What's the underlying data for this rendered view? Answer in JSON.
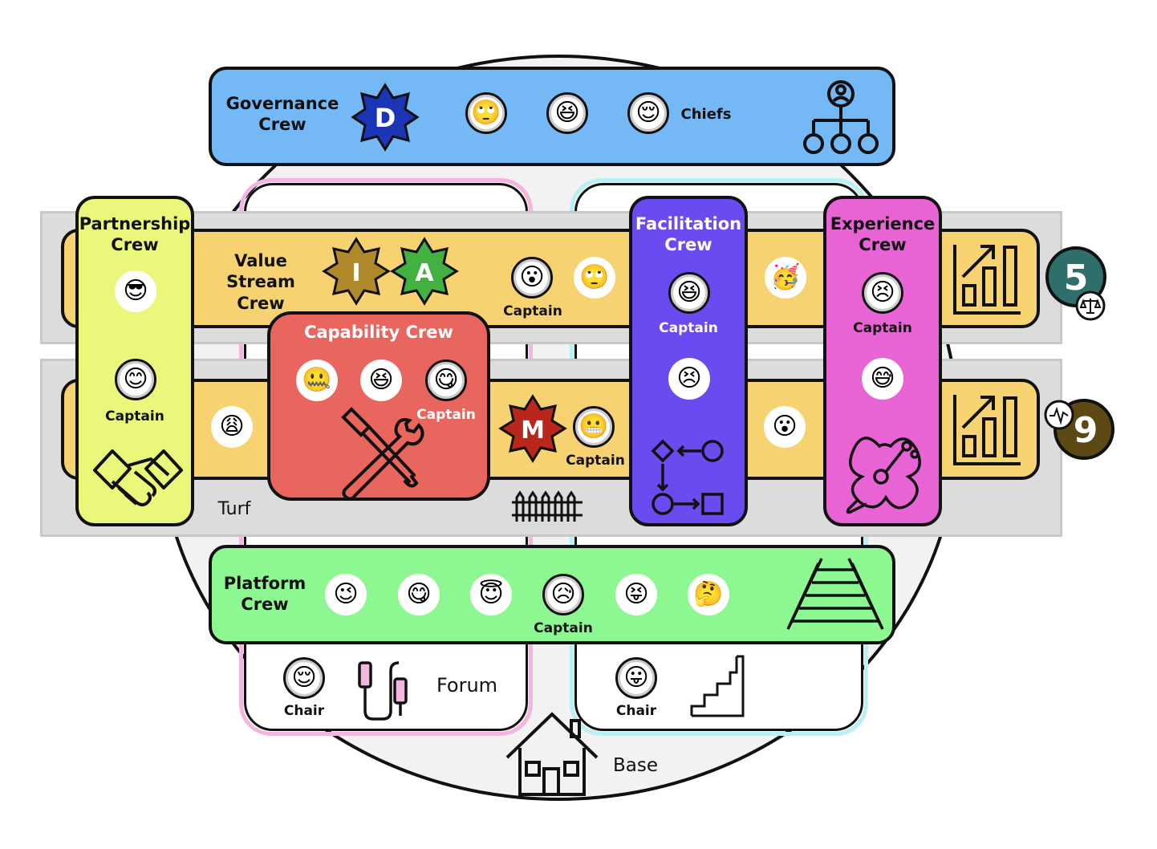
{
  "governance": {
    "title_line1": "Governance",
    "title_line2": "Crew",
    "badge": "D",
    "chiefs_label": "Chiefs",
    "faces": [
      "🙄",
      "😆",
      "😌"
    ]
  },
  "value_stream": {
    "title_line1": "Value Stream",
    "title_line2": "Crew",
    "badge_i": "I",
    "badge_a": "A",
    "captain_label": "Captain",
    "faces": [
      "😮",
      "🙄",
      "🥳"
    ]
  },
  "partnership": {
    "title_line1": "Partnership",
    "title_line2": "Crew",
    "captain_label": "Captain",
    "faces": [
      "😎",
      "😊"
    ]
  },
  "capability": {
    "title": "Capability Crew",
    "captain_label": "Captain",
    "faces": [
      "🤐",
      "😆",
      "😋"
    ]
  },
  "facilitation": {
    "title_line1": "Facilitation",
    "title_line2": "Crew",
    "captain_label": "Captain",
    "faces": [
      "😆",
      "😣"
    ]
  },
  "experience": {
    "title_line1": "Experience",
    "title_line2": "Crew",
    "captain_label": "Captain",
    "faces": [
      "😣",
      "😅"
    ]
  },
  "lower_stream": {
    "badge_m": "M",
    "captain_label": "Captain",
    "faces": [
      "😩",
      "😬",
      "😮"
    ]
  },
  "turf": {
    "label": "Turf"
  },
  "platform": {
    "title_line1": "Platform",
    "title_line2": "Crew",
    "captain_label": "Captain",
    "faces": [
      "😉",
      "😋",
      "😇",
      "😥",
      "😝",
      "🤔"
    ]
  },
  "forum": {
    "label": "Forum",
    "chair_label": "Chair",
    "face": "😌"
  },
  "forum_right": {
    "chair_label": "Chair",
    "face": "😛"
  },
  "base": {
    "label": "Base"
  },
  "indicators": {
    "top_number": "5",
    "bottom_number": "9"
  },
  "colors": {
    "governance": "#74b8f5",
    "value_stream": "#f6d370",
    "partnership": "#ebf77a",
    "capability": "#e8665e",
    "facilitation": "#6a4bf0",
    "experience": "#e864d4",
    "platform": "#8df791",
    "band": "#dcdcdc",
    "badge_d": "#1a35b5",
    "badge_i": "#b0892a",
    "badge_a": "#43b042",
    "badge_m": "#b8261c",
    "num5": "#2e6f6b",
    "num9": "#5c4913"
  }
}
